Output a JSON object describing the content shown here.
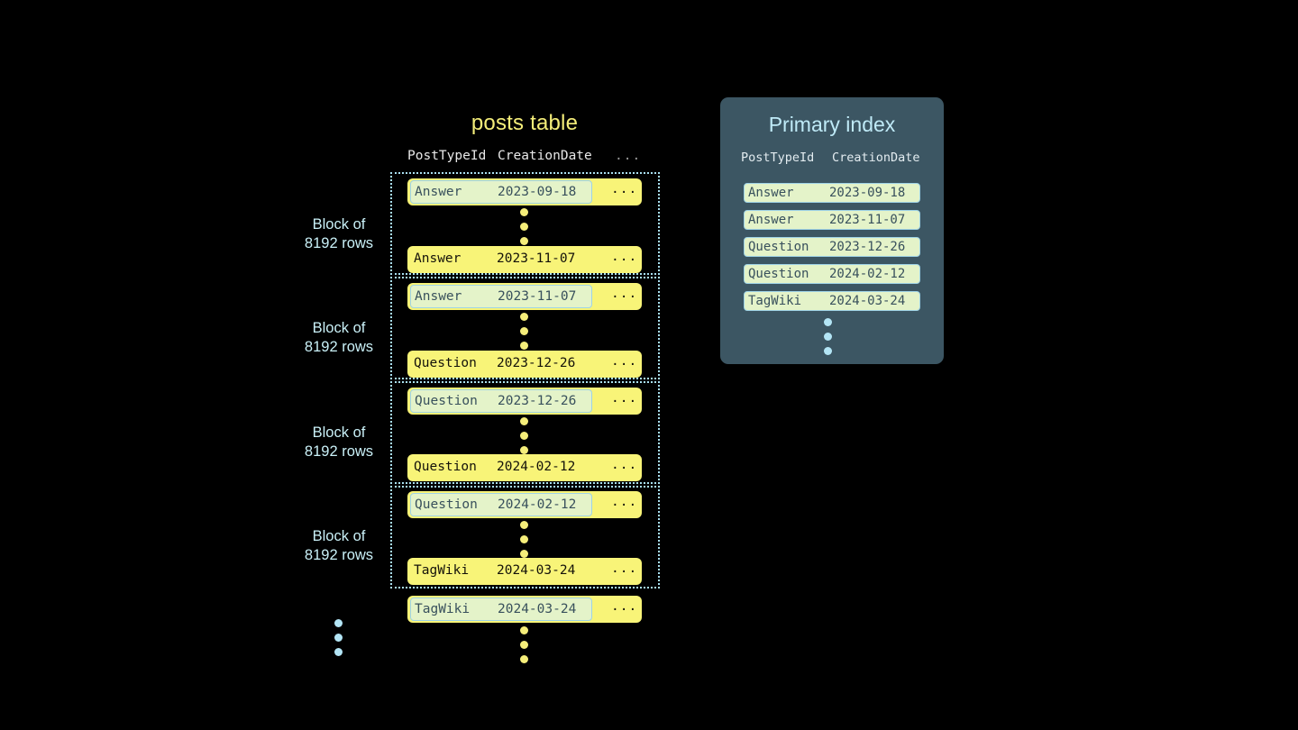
{
  "diagram": {
    "background_color": "#000000",
    "accent_yellow": "#f8f478",
    "accent_cyan": "#b3e5f5",
    "panel_color": "#3c5663"
  },
  "posts_table": {
    "title": "posts table",
    "columns": [
      "PostTypeId",
      "CreationDate"
    ],
    "more_column": "...",
    "blocks": [
      {
        "label_line1": "Block of",
        "label_line2": "8192 rows",
        "first_row": {
          "post_type_id": "Answer",
          "creation_date": "2023-09-18",
          "more": "...",
          "highlighted": true
        },
        "last_row": {
          "post_type_id": "Answer",
          "creation_date": "2023-11-07",
          "more": "...",
          "highlighted": false
        }
      },
      {
        "label_line1": "Block of",
        "label_line2": "8192 rows",
        "first_row": {
          "post_type_id": "Answer",
          "creation_date": "2023-11-07",
          "more": "...",
          "highlighted": true
        },
        "last_row": {
          "post_type_id": "Question",
          "creation_date": "2023-12-26",
          "more": "...",
          "highlighted": false
        }
      },
      {
        "label_line1": "Block of",
        "label_line2": "8192 rows",
        "first_row": {
          "post_type_id": "Question",
          "creation_date": "2023-12-26",
          "more": "...",
          "highlighted": true
        },
        "last_row": {
          "post_type_id": "Question",
          "creation_date": "2024-02-12",
          "more": "...",
          "highlighted": false
        }
      },
      {
        "label_line1": "Block of",
        "label_line2": "8192 rows",
        "first_row": {
          "post_type_id": "Question",
          "creation_date": "2024-02-12",
          "more": "...",
          "highlighted": true
        },
        "last_row": {
          "post_type_id": "TagWiki",
          "creation_date": "2024-03-24",
          "more": "...",
          "highlighted": false
        }
      }
    ],
    "trailing_row": {
      "post_type_id": "TagWiki",
      "creation_date": "2024-03-24",
      "more": "...",
      "highlighted": true
    }
  },
  "primary_index": {
    "title": "Primary index",
    "columns": [
      "PostTypeId",
      "CreationDate"
    ],
    "rows": [
      {
        "post_type_id": "Answer",
        "creation_date": "2023-09-18"
      },
      {
        "post_type_id": "Answer",
        "creation_date": "2023-11-07"
      },
      {
        "post_type_id": "Question",
        "creation_date": "2023-12-26"
      },
      {
        "post_type_id": "Question",
        "creation_date": "2024-02-12"
      },
      {
        "post_type_id": "TagWiki",
        "creation_date": "2024-03-24"
      }
    ]
  }
}
